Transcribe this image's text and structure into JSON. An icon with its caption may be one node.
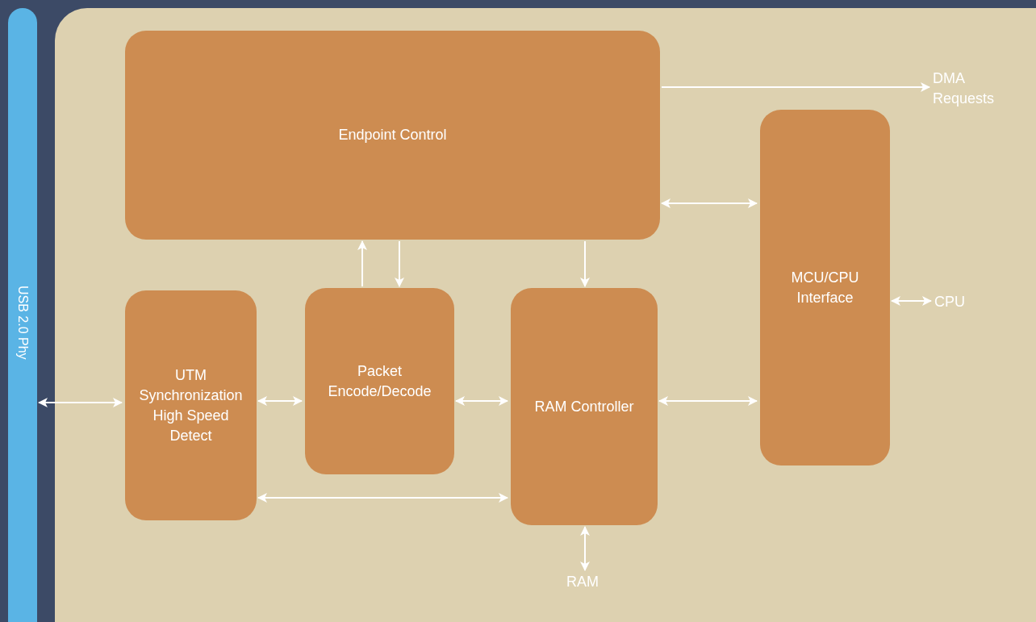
{
  "diagram": {
    "nodes": [
      {
        "text": [
          "USB 2.0 Phy"
        ]
      },
      {
        "text": [
          "Endpoint Control"
        ]
      },
      {
        "text": [
          "UTM Synchronization High Speed Detect"
        ]
      },
      {
        "text": [
          "Packet Encode/Decode"
        ]
      },
      {
        "text": [
          "RAM Controller"
        ]
      },
      {
        "text": [
          "MCU/CPU Interface"
        ]
      },
      {
        "text": [
          "DMA Requests"
        ]
      },
      {
        "text": [
          "CPU"
        ]
      },
      {
        "text": [
          "RAM"
        ]
      }
    ],
    "edges": [
      {
        "from": 1,
        "to": 6,
        "arrow": "to"
      },
      {
        "from": 1,
        "to": 5,
        "arrow": "both"
      },
      {
        "from": 3,
        "to": 1,
        "arrow": "to"
      },
      {
        "from": 1,
        "to": 3,
        "arrow": "to"
      },
      {
        "from": 1,
        "to": 4,
        "arrow": "to"
      },
      {
        "from": 5,
        "to": 7,
        "arrow": "both"
      },
      {
        "from": 0,
        "to": 2,
        "arrow": "both"
      },
      {
        "from": 2,
        "to": 3,
        "arrow": "both"
      },
      {
        "from": 3,
        "to": 4,
        "arrow": "both"
      },
      {
        "from": 4,
        "to": 5,
        "arrow": "both"
      },
      {
        "from": 2,
        "to": 4,
        "arrow": "both"
      },
      {
        "from": 4,
        "to": 8,
        "arrow": "both"
      }
    ]
  }
}
